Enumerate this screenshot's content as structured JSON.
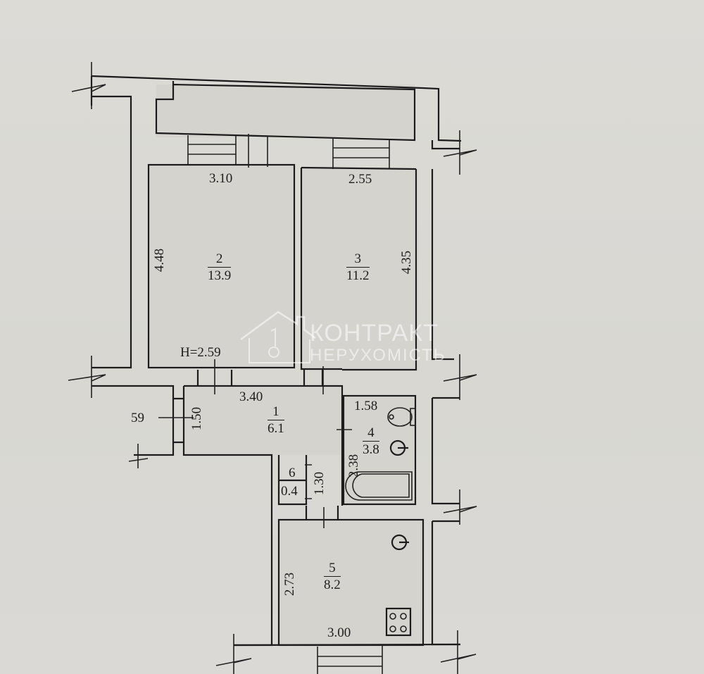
{
  "plan": {
    "ceiling_height": "H=2.59",
    "rooms": [
      {
        "id": "1",
        "area": "6.1",
        "name": "hallway"
      },
      {
        "id": "2",
        "area": "13.9",
        "name": "room-2"
      },
      {
        "id": "3",
        "area": "11.2",
        "name": "room-3"
      },
      {
        "id": "4",
        "area": "3.8",
        "name": "bathroom"
      },
      {
        "id": "5",
        "area": "8.2",
        "name": "kitchen"
      },
      {
        "id": "6",
        "area": "0.4",
        "name": "closet"
      }
    ],
    "dimensions": {
      "room2_width": "3.10",
      "room2_length": "4.48",
      "room3_width": "2.55",
      "room3_length": "4.35",
      "hall_width": "3.40",
      "hall_depth": "1.50",
      "wall_59": "59",
      "bath_width": "1.58",
      "bath_length": "2.38",
      "closet_length": "1.30",
      "kitchen_length": "2.73",
      "kitchen_width": "3.00"
    },
    "fixtures": [
      "toilet-icon",
      "washbasin-icon",
      "bathtub-icon",
      "kitchen-sink-icon",
      "stove-icon"
    ]
  },
  "watermark": {
    "line1": "КОНТРАКТ",
    "line2": "НЕРУХОМІСТЬ"
  },
  "colors": {
    "paper": "#d9d8d3",
    "line": "#1c1c1c",
    "watermark": "#ffffff"
  }
}
